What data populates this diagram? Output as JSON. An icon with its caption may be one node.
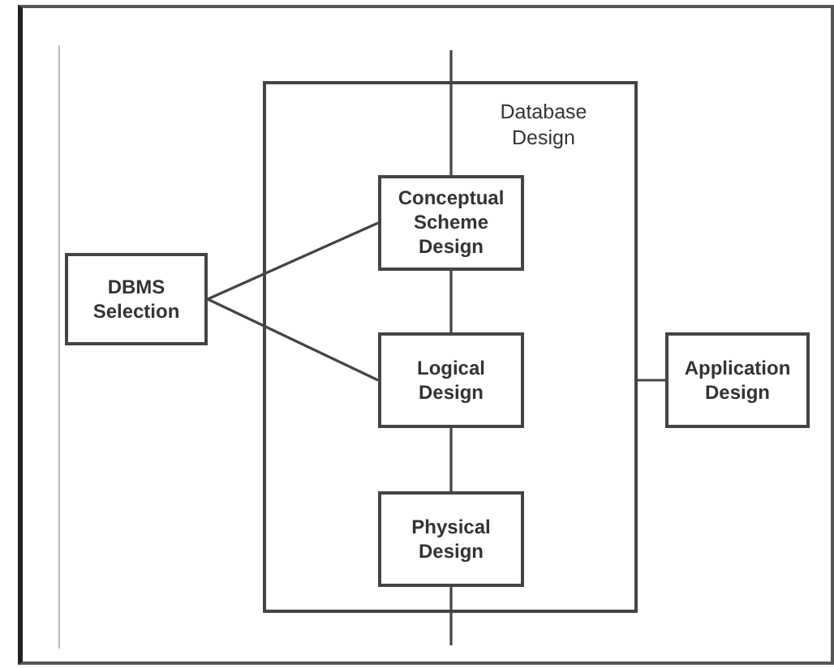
{
  "diagram": {
    "nodes": [
      {
        "text": [
          "Database Design"
        ]
      },
      {
        "text": [
          "DBMS Selection"
        ]
      },
      {
        "text": [
          "Conceptual Scheme Design"
        ],
        "in": 0
      },
      {
        "text": [
          "Logical Design"
        ],
        "in": 0
      },
      {
        "text": [
          "Physical Design"
        ],
        "in": 0
      },
      {
        "text": [
          "Application Design"
        ]
      }
    ],
    "edges": [
      {
        "from": null,
        "to": 2,
        "arrow": "none"
      },
      {
        "from": 2,
        "to": 3,
        "arrow": "none"
      },
      {
        "from": 3,
        "to": 4,
        "arrow": "none"
      },
      {
        "from": 4,
        "to": null,
        "arrow": "none"
      },
      {
        "from": 1,
        "to": 2,
        "arrow": "none"
      },
      {
        "from": 1,
        "to": 3,
        "arrow": "none"
      },
      {
        "from": 0,
        "to": 5,
        "arrow": "none"
      }
    ]
  }
}
